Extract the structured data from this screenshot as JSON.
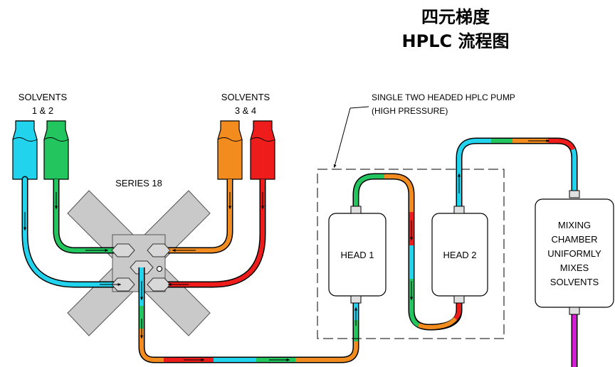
{
  "title": {
    "line1": "四元梯度",
    "line2": "HPLC 流程图"
  },
  "solvents_left": {
    "line1": "SOLVENTS",
    "line2": "1 & 2"
  },
  "solvents_right": {
    "line1": "SOLVENTS",
    "line2": "3 & 4"
  },
  "valve_label": "SERIES 18",
  "pump_note": {
    "line1": "SINGLE TWO HEADED HPLC PUMP",
    "line2": "(HIGH PRESSURE)"
  },
  "head1": "HEAD 1",
  "head2": "HEAD 2",
  "mixer": {
    "line1": "MIXING",
    "line2": "CHAMBER",
    "line3": "UNIFORMLY",
    "line4": "MIXES",
    "line5": "SOLVENTS"
  },
  "colors": {
    "solvent1": "#22d3ee",
    "solvent2": "#22c55e",
    "solvent3": "#f28c1e",
    "solvent4": "#ef1c1c",
    "output": "#d21fd2",
    "valve_gray": "#c9c9c9"
  }
}
